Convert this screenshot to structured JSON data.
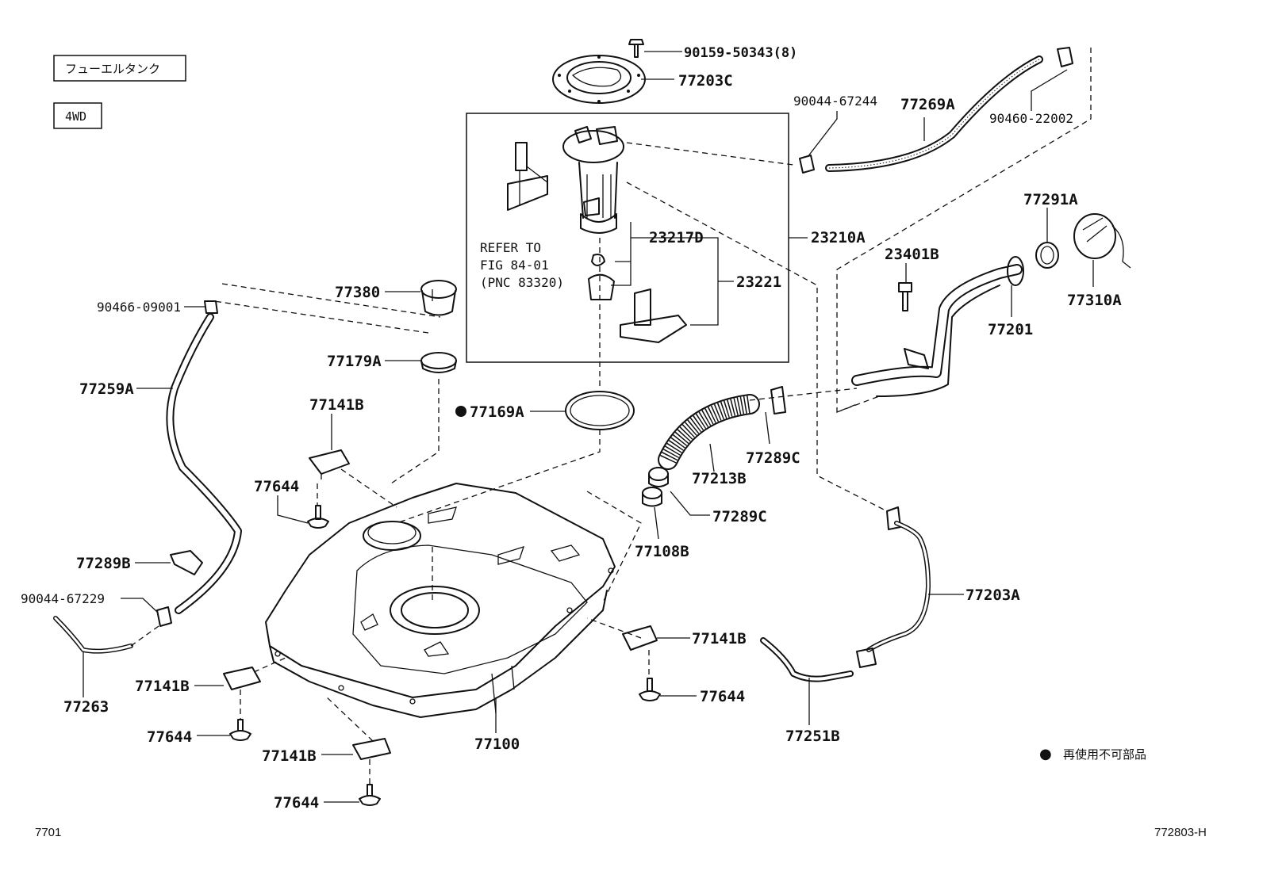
{
  "header": {
    "tag_fuel_tank": "フューエルタンク",
    "tag_4wd": "4WD"
  },
  "note": {
    "refer_line1": "REFER TO",
    "refer_line2": "FIG 84-01",
    "refer_line3": "(PNC 83320)"
  },
  "legend": {
    "bullet": "●",
    "text": "再使用不可部品"
  },
  "footer": {
    "left_code": "7701",
    "right_code": "772803-H"
  },
  "parts": {
    "p90159": "90159-50343(8)",
    "p77203C": "77203C",
    "p90044_67244": "90044-67244",
    "p77269A": "77269A",
    "p90460": "90460-22002",
    "p23210A": "23210A",
    "p23217D": "23217D",
    "p23221": "23221",
    "p77291A": "77291A",
    "p23401B": "23401B",
    "p77310A": "77310A",
    "p77201": "77201",
    "p77380": "77380",
    "p90466": "90466-09001",
    "p77179A": "77179A",
    "p77259A": "77259A",
    "p77169A": "77169A",
    "p77141B_top": "77141B",
    "p77289C_right": "77289C",
    "p77213B": "77213B",
    "p77644_a": "77644",
    "p77289C_mid": "77289C",
    "p77108B": "77108B",
    "p77289B": "77289B",
    "p77203A": "77203A",
    "p90044_67229": "90044-67229",
    "p77141B_right": "77141B",
    "p77263": "77263",
    "p77141B_left": "77141B",
    "p77644_b": "77644",
    "p77644_c": "77644",
    "p77100": "77100",
    "p77251B": "77251B",
    "p77141B_bottom": "77141B",
    "p77644_d": "77644"
  }
}
